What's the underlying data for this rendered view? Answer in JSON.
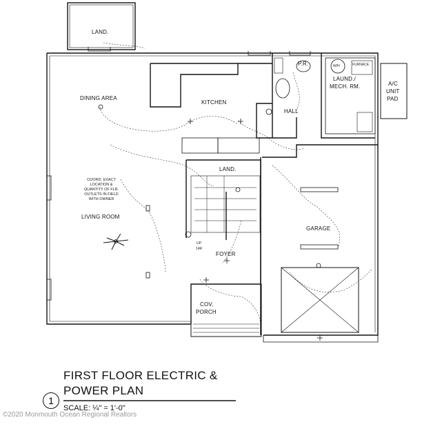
{
  "rooms": {
    "land_top": "LAND.",
    "dining": "DINING AREA",
    "kitchen": "KITCHEN",
    "pr": "P.R.",
    "laund_1": "LAUND./",
    "laund_2": "MECH. RM.",
    "ac_1": "A/C",
    "ac_2": "UNIT",
    "ac_3": "PAD",
    "hall": "HALL",
    "land_mid": "LAND.",
    "living": "LIVING ROOM",
    "garage": "GARAGE",
    "foyer": "FOYER",
    "porch_1": "COV.",
    "porch_2": "PORCH"
  },
  "labels": {
    "wh": "W/H",
    "furnace": "FURNACE",
    "up": "UP",
    "risers": "14R"
  },
  "note_lines": [
    "COORD. EXACT",
    "LOCATION &",
    "QUANTITY OF FLR.",
    "OUTLETS IN FIELD",
    "WITH OWNER"
  ],
  "title": {
    "line1": "FIRST FLOOR ELECTRIC &",
    "line2": "POWER PLAN",
    "number": "1",
    "scale": "SCALE: ¼\" = 1'-0\""
  },
  "watermark": "©2020 Monmouth Ocean Regional Realtors"
}
